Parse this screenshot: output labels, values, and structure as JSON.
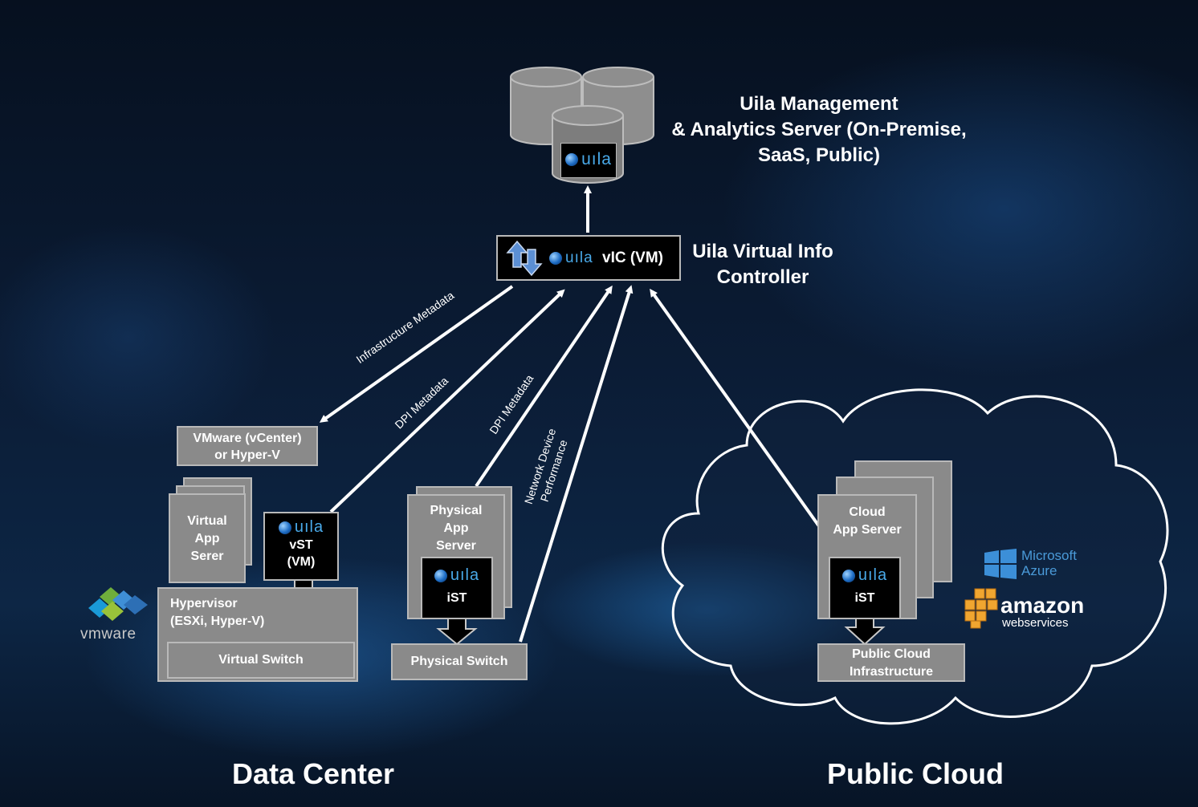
{
  "mgmt_server": {
    "title_lines": [
      "Uila Management",
      "& Analytics Server (On-Premise,",
      "SaaS, Public)"
    ]
  },
  "vic": {
    "name": "vIC (VM)",
    "title_lines": [
      "Uila Virtual Info",
      "Controller"
    ]
  },
  "uila_logo_text": "uıla",
  "vmware_box": {
    "lines": [
      "VMware (vCenter)",
      "or  Hyper-V"
    ]
  },
  "virtual_app": {
    "lines": [
      "Virtual",
      "App",
      "Serer"
    ]
  },
  "vst": {
    "lines": [
      "vST",
      "(VM)"
    ]
  },
  "hypervisor": {
    "lines": [
      "Hypervisor",
      "(ESXi, Hyper-V)"
    ]
  },
  "virtual_switch": {
    "label": "Virtual Switch"
  },
  "physical_app": {
    "lines": [
      "Physical",
      "App",
      "Server"
    ]
  },
  "ist": {
    "label": "iST"
  },
  "physical_switch": {
    "label": "Physical Switch"
  },
  "cloud_app": {
    "lines": [
      "Cloud",
      "App Server"
    ]
  },
  "public_cloud_infra": {
    "lines": [
      "Public Cloud",
      "Infrastructure"
    ]
  },
  "arrow_labels": {
    "infrastructure": "Infrastructure  Metadata",
    "dpi_1": "DPI Metadata",
    "dpi_2": "DPI Metadata",
    "network": [
      "Network Device",
      "Performance"
    ]
  },
  "logos": {
    "vmware": "vmware",
    "microsoft_line1": "Microsoft",
    "microsoft_line2": "Azure",
    "amazon": "amazon",
    "aws": "webservices"
  },
  "sections": {
    "data_center": "Data Center",
    "public_cloud": "Public Cloud"
  },
  "colors": {
    "box_gray": "#8a8a8a",
    "border": "#b9b9b9",
    "uila_blue": "#49a9e8",
    "arrow": "#ffffff"
  }
}
